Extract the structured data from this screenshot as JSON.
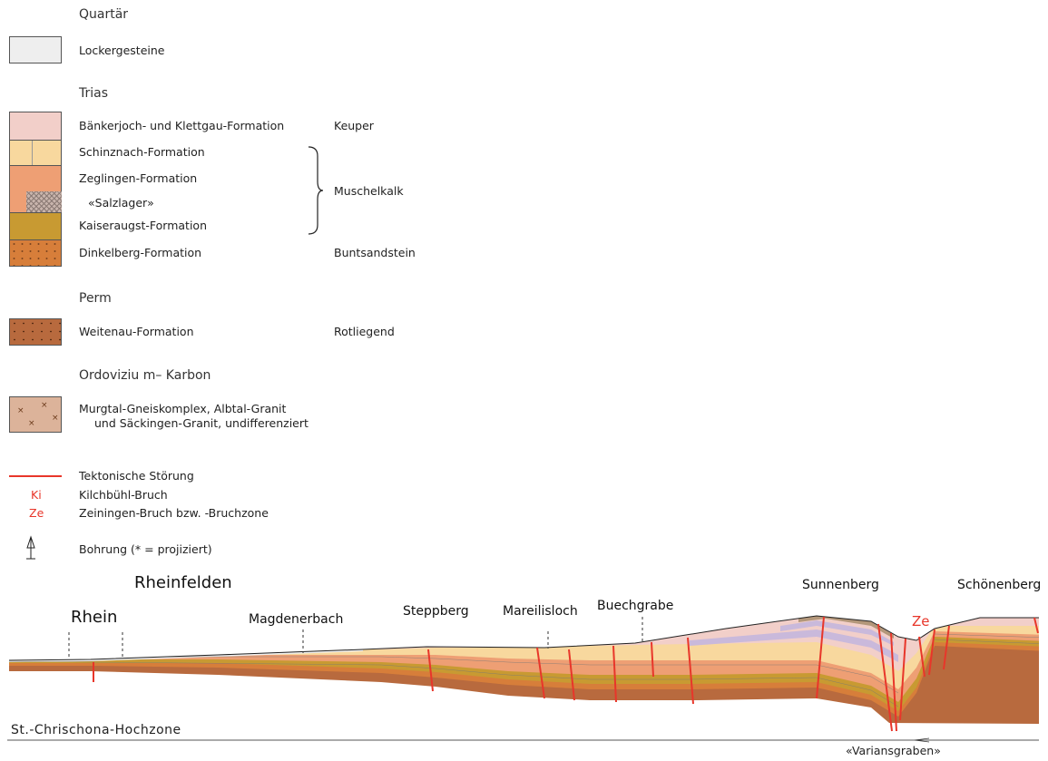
{
  "legend": {
    "quartaer": {
      "heading": "Quartär",
      "lockergesteine": "Lockergesteine"
    },
    "trias": {
      "heading": "Trias",
      "baenkerjoch": "Bänkerjoch- und Klettgau-Formation",
      "schinznach": "Schinznach-Formation",
      "zeglingen": "Zeglingen-Formation",
      "salzlager": "«Salzlager»",
      "kaiseraugst": "Kaiseraugst-Formation",
      "dinkelberg": "Dinkelberg-Formation",
      "keuper": "Keuper",
      "muschelkalk": "Muschelkalk",
      "buntsandstein": "Buntsandstein"
    },
    "perm": {
      "heading": "Perm",
      "weitenau": "Weitenau-Formation",
      "rotliegend": "Rotliegend"
    },
    "ordovizium": {
      "heading": "Ordoviziu m– Karbon",
      "murgtal_line1": "Murgtal-Gneiskomplex, Albtal-Granit",
      "murgtal_line2": "und Säckingen-Granit, undifferenziert"
    },
    "faults": {
      "tektonisch": "Tektonische Störung",
      "ki_abbr": "Ki",
      "ki_label": "Kilchbühl-Bruch",
      "ze_abbr": "Ze",
      "ze_label": "Zeiningen-Bruch bzw. -Bruchzone"
    },
    "bohrung": "Bohrung (* = projiziert)"
  },
  "section": {
    "places": {
      "rheinfelden": "Rheinfelden",
      "rhein": "Rhein",
      "magdenerbach": "Magdenerbach",
      "steppberg": "Steppberg",
      "mareilisloch": "Mareilisloch",
      "buechgrabe": "Buechgrabe",
      "sunnenberg": "Sunnenberg",
      "schoenenberg": "Schönenberg",
      "ze": "Ze"
    },
    "chrischona": "St.-Chrischona-Hochzone",
    "variansgraben": "«Variansgraben»"
  },
  "colors": {
    "lockergesteine": "#eeeeee",
    "baenkerjoch": "#f2cfc9",
    "schinznach": "#f8d89e",
    "zeglingen": "#ee9f74",
    "kaiseraugst": "#c89a32",
    "dinkelberg": "#d77e3a",
    "weitenau": "#b86a3e",
    "murgtal": "#dcb39a",
    "fault": "#e8362a",
    "lias": "#c9b9db"
  }
}
